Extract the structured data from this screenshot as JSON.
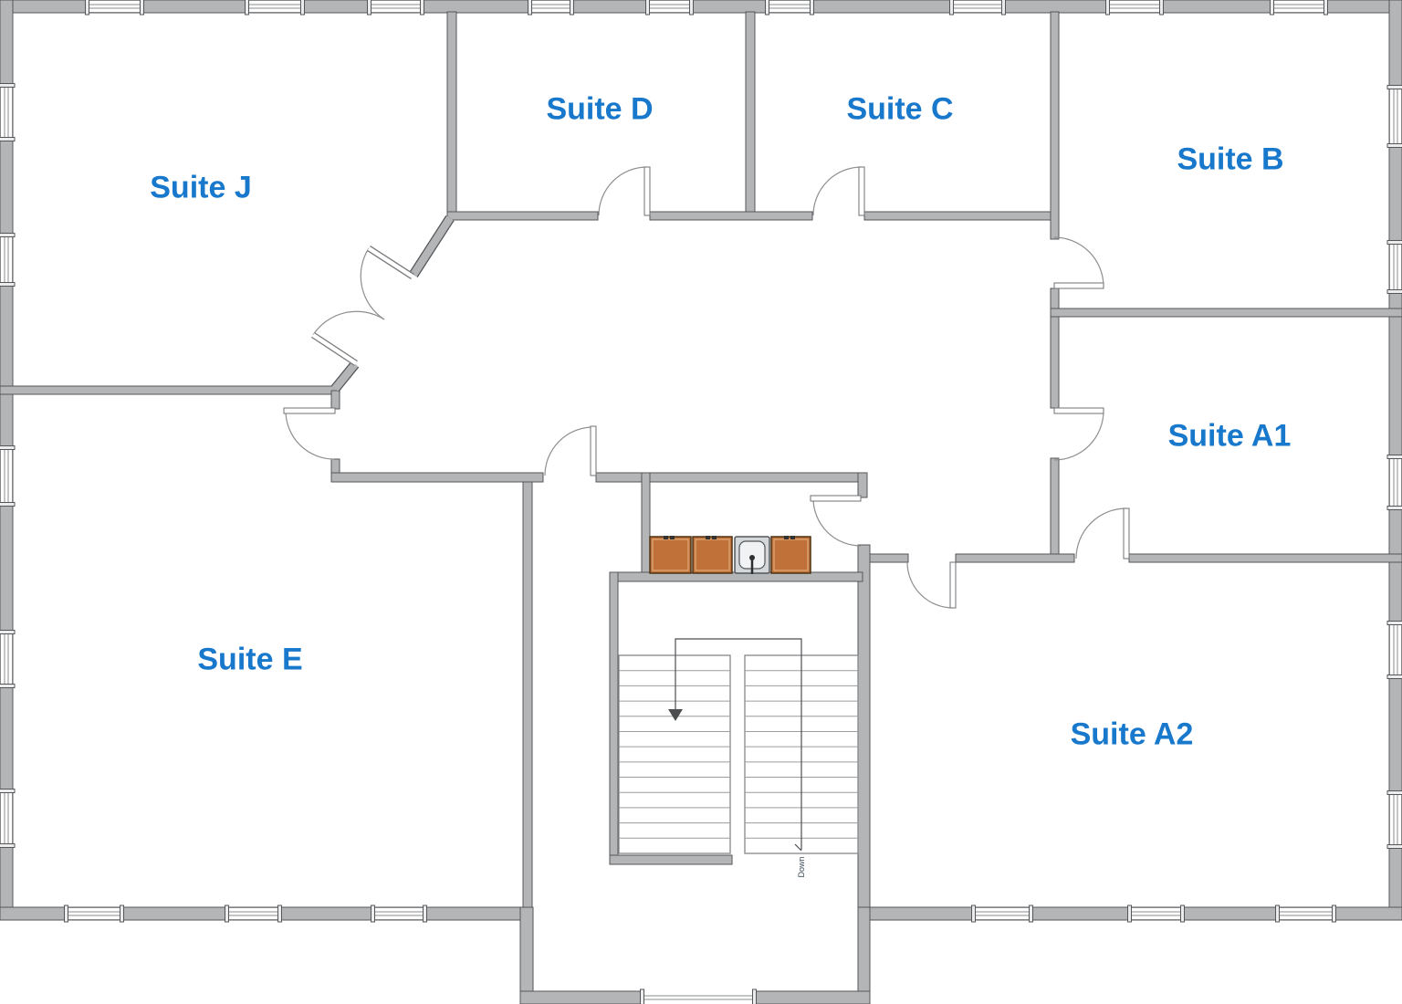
{
  "rooms": [
    {
      "id": "suite-j",
      "label": "Suite J"
    },
    {
      "id": "suite-d",
      "label": "Suite D"
    },
    {
      "id": "suite-c",
      "label": "Suite C"
    },
    {
      "id": "suite-b",
      "label": "Suite B"
    },
    {
      "id": "suite-a1",
      "label": "Suite A1"
    },
    {
      "id": "suite-a2",
      "label": "Suite A2"
    },
    {
      "id": "suite-e",
      "label": "Suite E"
    }
  ],
  "stairs": {
    "direction_label": "Down"
  },
  "fixtures": {
    "kitchen_cabinet_count": 3,
    "kitchen_sink_count": 1
  },
  "colors": {
    "suite_label": "#1878cc",
    "wall_fill": "#b3b5b7",
    "wall_outline": "#54565a",
    "cabinet_fill": "#c0713a",
    "cabinet_outline": "#4e3215",
    "sink_fill": "#d4d7d9"
  }
}
